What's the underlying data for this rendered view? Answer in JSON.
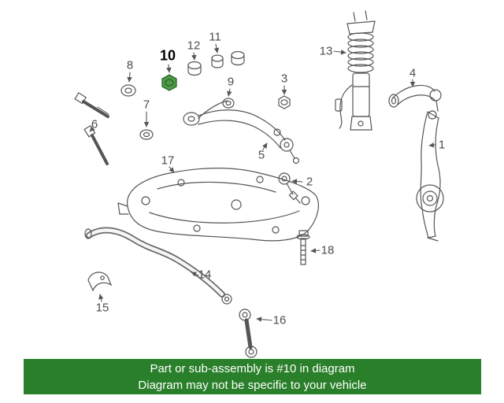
{
  "diagram": {
    "name": "Front suspension parts diagram",
    "labels": [
      {
        "number": "1"
      },
      {
        "number": "2"
      },
      {
        "number": "3"
      },
      {
        "number": "4"
      },
      {
        "number": "5"
      },
      {
        "number": "6"
      },
      {
        "number": "7"
      },
      {
        "number": "8"
      },
      {
        "number": "9"
      },
      {
        "number": "10"
      },
      {
        "number": "11"
      },
      {
        "number": "12"
      },
      {
        "number": "13"
      },
      {
        "number": "14"
      },
      {
        "number": "15"
      },
      {
        "number": "16"
      },
      {
        "number": "17"
      },
      {
        "number": "18"
      }
    ],
    "highlighted_part": {
      "number": "10",
      "color": "#4e9b47",
      "outline_color": "#245c22"
    }
  },
  "banner": {
    "line1": "Part or sub-assembly is #10 in diagram",
    "line2": "Diagram may not be specific to your vehicle",
    "bg_color": "#2a7f2a",
    "text_color": "#ffffff"
  }
}
